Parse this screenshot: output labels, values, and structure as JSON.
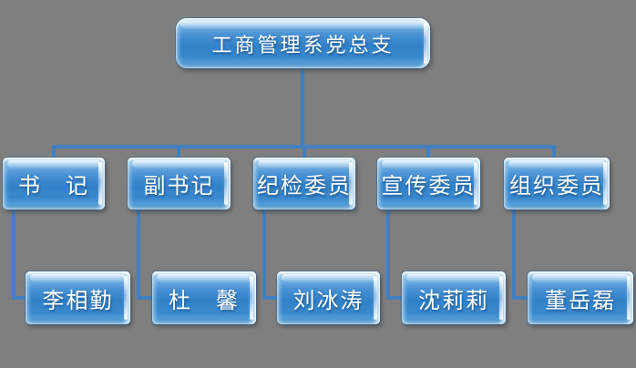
{
  "org_chart": {
    "root": {
      "label": "工商管理系党总支"
    },
    "branches": [
      {
        "role": "书　记",
        "member": "李相勤"
      },
      {
        "role": "副书记",
        "member": "杜　馨"
      },
      {
        "role": "纪检委员",
        "member": "刘冰涛"
      },
      {
        "role": "宣传委员",
        "member": "沈莉莉"
      },
      {
        "role": "组织委员",
        "member": "董岳磊"
      }
    ],
    "colors": {
      "background": "#7f7f7f",
      "connector": "#4180c0",
      "box_fill": "#3a87ce",
      "box_highlight": "#cdeafa",
      "text": "#ffffff"
    }
  }
}
